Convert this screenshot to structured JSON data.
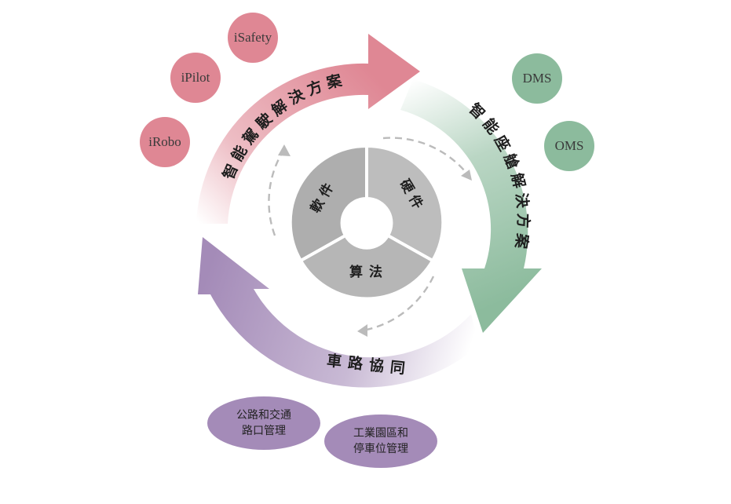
{
  "arcs": {
    "autonomous": "智能駕駛解決方案",
    "cockpit": "智能座艙解決方案",
    "v2x": "車路協同"
  },
  "core": {
    "software": "軟件",
    "hardware": "硬件",
    "algorithm": "算法"
  },
  "satellites": {
    "isafety": "iSafety",
    "ipilot": "iPilot",
    "irobo": "iRobo",
    "dms": "DMS",
    "oms": "OMS"
  },
  "applications": {
    "road_line1": "公路和交通",
    "road_line2": "路口管理",
    "park_line1": "工業園區和",
    "park_line2": "停車位管理"
  },
  "colors": {
    "autonomous": "#df8794",
    "cockpit": "#8cbb9d",
    "v2x": "#a48bb8",
    "core": "#b9b9b9"
  }
}
